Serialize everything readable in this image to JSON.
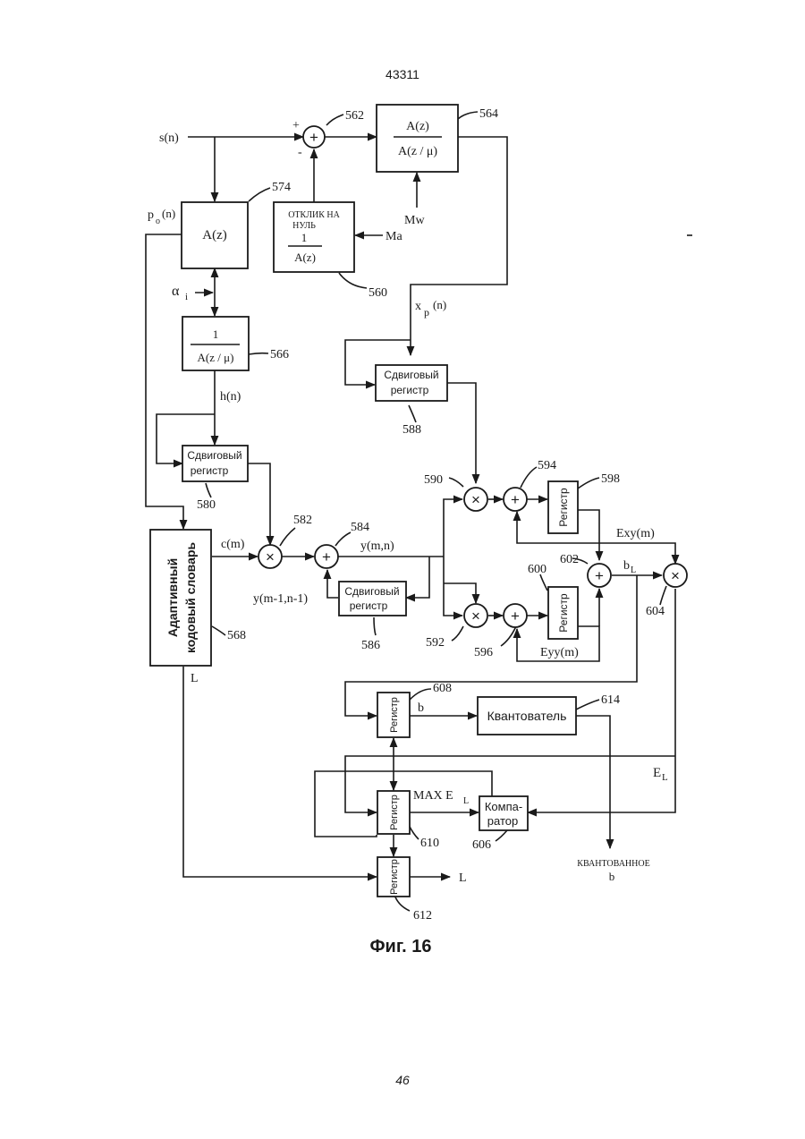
{
  "header": {
    "doc_number": "43311"
  },
  "figure": {
    "caption": "Фиг. 16",
    "inputs": {
      "s": "s(n)",
      "plus": "+",
      "minus": "-",
      "mw": "Mw",
      "ma": "Ma",
      "alpha": "α",
      "alpha_sub": "i"
    },
    "signals": {
      "p0": "p",
      "p0_sub": "o",
      "p0_arg": "(n)",
      "xp": "x",
      "xp_sub": "p",
      "xp_arg": "(n)",
      "hn": "h(n)",
      "cm": "c(m)",
      "ymn": "y(m,n)",
      "ym1": "y(m-1,n-1)",
      "exy": "Exy(m)",
      "eyy": "Eyy(m)",
      "bl": "b",
      "bl_sub": "L",
      "el": "E",
      "el_sub": "L",
      "b": "b",
      "maxel": "MAX E",
      "maxel_sub": "L",
      "l_left": "L",
      "l_out": "L",
      "quantized_1": "КВАНТОВАННОЕ",
      "quantized_2": "b"
    },
    "blocks": {
      "b564_num": "A(z)",
      "b564_den": "A(z / μ)",
      "b574": "A(z)",
      "b560_line1": "ОТКЛИК НА",
      "b560_line2": "НУЛЬ",
      "b560_num": "1",
      "b560_den": "A(z)",
      "b566_num": "1",
      "b566_den": "A(z / μ)",
      "b588_line1": "Сдвиговый",
      "b588_line2": "регистр",
      "b580_line1": "Сдвиговый",
      "b580_line2": "регистр",
      "b586_line1": "Сдвиговый",
      "b586_line2": "регистр",
      "b568_line1": "Адаптивный",
      "b568_line2": "кодовый словарь",
      "reg": "Регистр",
      "b614": "Квантователь",
      "b606_line1": "Компа-",
      "b606_line2": "ратор"
    },
    "refs": {
      "r562": "562",
      "r564": "564",
      "r574": "574",
      "r560": "560",
      "r566": "566",
      "r588": "588",
      "r580": "580",
      "r582": "582",
      "r584": "584",
      "r568": "568",
      "r586": "586",
      "r590": "590",
      "r594": "594",
      "r598": "598",
      "r600": "600",
      "r602": "602",
      "r604": "604",
      "r592": "592",
      "r596": "596",
      "r608": "608",
      "r614": "614",
      "r610": "610",
      "r606": "606",
      "r612": "612"
    },
    "operators": {
      "sum": "+",
      "mul": "×"
    }
  },
  "footer": {
    "page_number": "46"
  }
}
